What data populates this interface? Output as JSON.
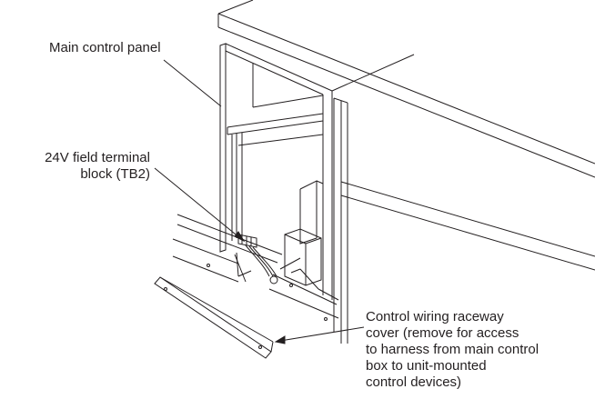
{
  "callouts": {
    "main_control_panel": [
      "Main control panel"
    ],
    "field_terminal_block": [
      "24V field terminal",
      "block (TB2)"
    ],
    "raceway_cover": [
      "Control wiring raceway",
      "cover (remove for access",
      "to harness from main control",
      "box to unit-mounted",
      "control devices)"
    ]
  },
  "colors": {
    "line": "#231f20",
    "background": "#ffffff"
  }
}
